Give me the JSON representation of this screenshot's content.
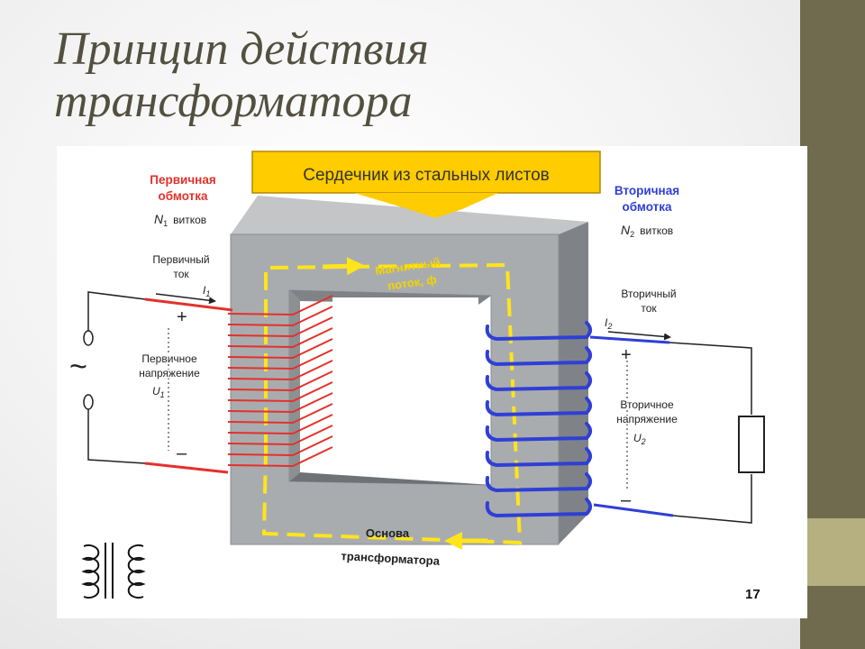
{
  "slide": {
    "title_line1": "Принцип действия",
    "title_line2": "трансформатора",
    "page_number": "17"
  },
  "diagram": {
    "core_label": "Сердечник из стальных листов",
    "primary_winding": {
      "line1": "Первичная",
      "line2": "обмотка",
      "turns_symbol": "N",
      "turns_sub": "1",
      "turns_word": "витков"
    },
    "secondary_winding": {
      "line1": "Вторичная",
      "line2": "обмотка",
      "turns_symbol": "N",
      "turns_sub": "2",
      "turns_word": "витков"
    },
    "primary_current": {
      "line1": "Первичный",
      "line2": "ток",
      "symbol": "I",
      "sub": "1"
    },
    "secondary_current": {
      "line1": "Вторичный",
      "line2": "ток",
      "symbol": "I",
      "sub": "2"
    },
    "magnetic_flux": {
      "line1": "Магнитный",
      "line2": "поток, ф"
    },
    "primary_voltage": {
      "line1": "Первичное",
      "line2": "напряжение",
      "symbol": "U",
      "sub": "1"
    },
    "secondary_voltage": {
      "line1": "Вторичное",
      "line2": "напряжение",
      "symbol": "U",
      "sub": "2"
    },
    "base_label": {
      "line1": "Основа",
      "line2": "трансформатора"
    },
    "plus": "+",
    "minus": "–",
    "ac_symbol": "~",
    "colors": {
      "primary": "#e4312b",
      "secondary": "#2f3fd6",
      "flux": "#ffe41c",
      "core": "#a9acaf",
      "label_box": "#ffcc00"
    }
  }
}
